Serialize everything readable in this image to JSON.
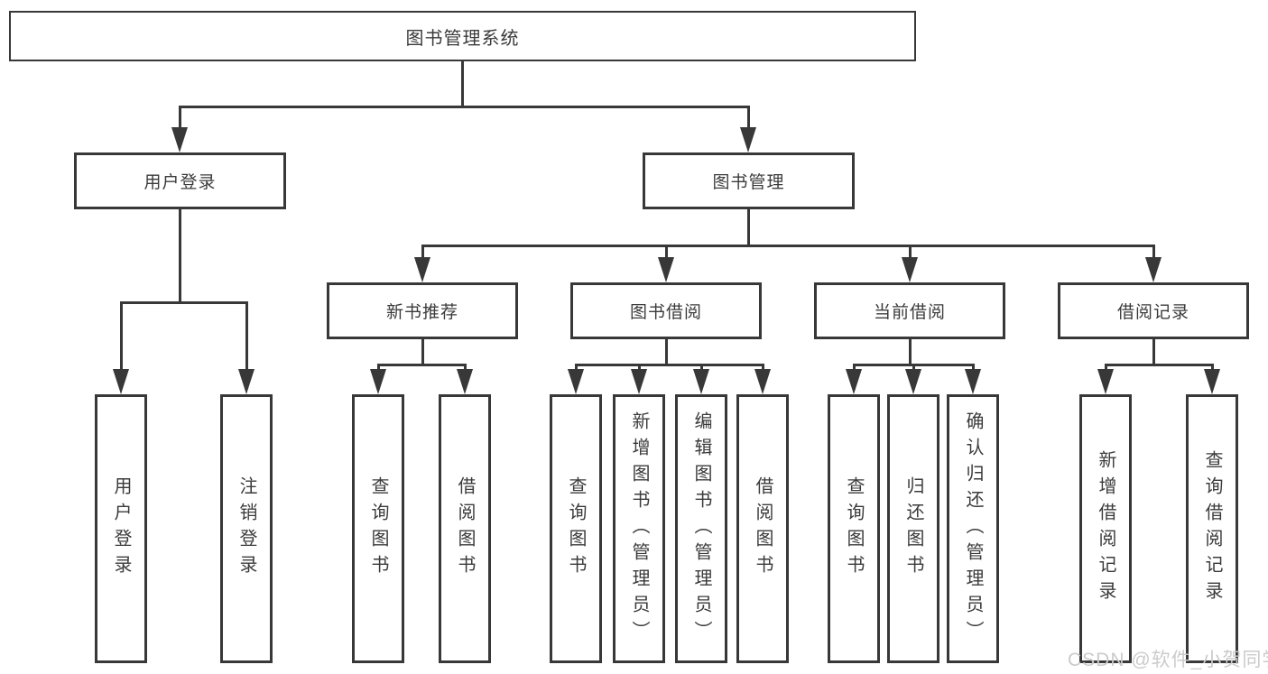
{
  "diagram": {
    "root": {
      "label": "图书管理系统"
    },
    "level2": {
      "user_login": {
        "label": "用户登录"
      },
      "book_mgmt": {
        "label": "图书管理"
      }
    },
    "level3": {
      "new_book_rec": {
        "label": "新书推荐"
      },
      "book_borrow": {
        "label": "图书借阅"
      },
      "current_borrow": {
        "label": "当前借阅"
      },
      "borrow_record": {
        "label": "借阅记录"
      }
    },
    "leaves": {
      "user_login_leaf": {
        "label": "用户登录"
      },
      "logout": {
        "label": "注销登录"
      },
      "rec_query_book": {
        "label": "查询图书"
      },
      "rec_borrow_book": {
        "label": "借阅图书"
      },
      "borrow_query_book": {
        "label": "查询图书"
      },
      "borrow_add_book": {
        "label": "新增图书（管理员）"
      },
      "borrow_edit_book": {
        "label": "编辑图书（管理员）"
      },
      "borrow_borrow_book": {
        "label": "借阅图书"
      },
      "current_query_book": {
        "label": "查询图书"
      },
      "current_return_book": {
        "label": "归还图书"
      },
      "current_confirm_return": {
        "label": "确认归还（管理员）"
      },
      "record_add": {
        "label": "新增借阅记录"
      },
      "record_query": {
        "label": "查询借阅记录"
      }
    }
  },
  "watermark": {
    "text": "CSDN @软件_小贺同学"
  },
  "colors": {
    "line": "#383838",
    "text": "#3b3b3b",
    "watermark": "#cbcbcb",
    "background": "#ffffff"
  }
}
